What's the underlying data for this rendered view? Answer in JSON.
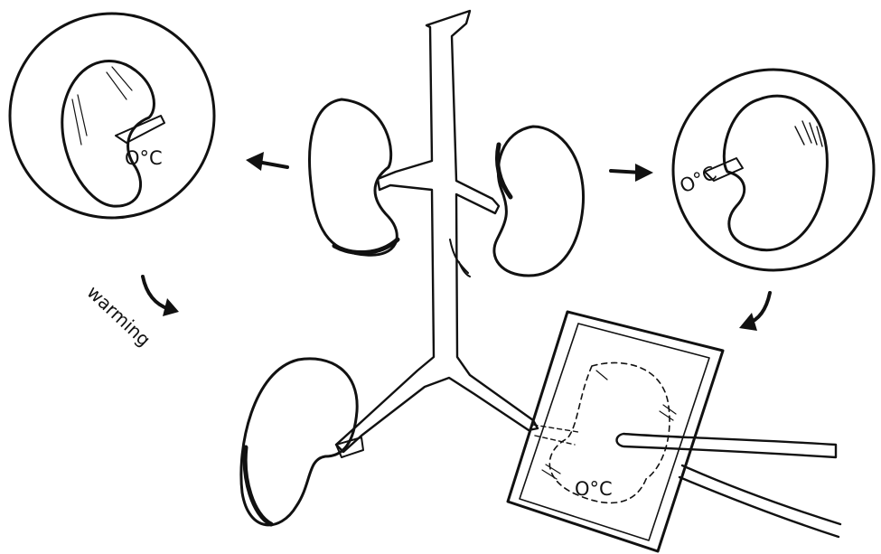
{
  "labels": {
    "temp_left": "O°C",
    "temp_right": "O°C",
    "temp_bag": "O°C",
    "warming": "warming"
  },
  "colors": {
    "ink": "#111111",
    "background": "#ffffff",
    "stipple_fill": "#bdbdbd"
  },
  "icons": {
    "arrow_left": "arrow-left-icon",
    "arrow_right": "arrow-right-icon",
    "curved_arrow_left": "curved-arrow-down-right-icon",
    "curved_arrow_right": "curved-arrow-down-left-icon"
  }
}
